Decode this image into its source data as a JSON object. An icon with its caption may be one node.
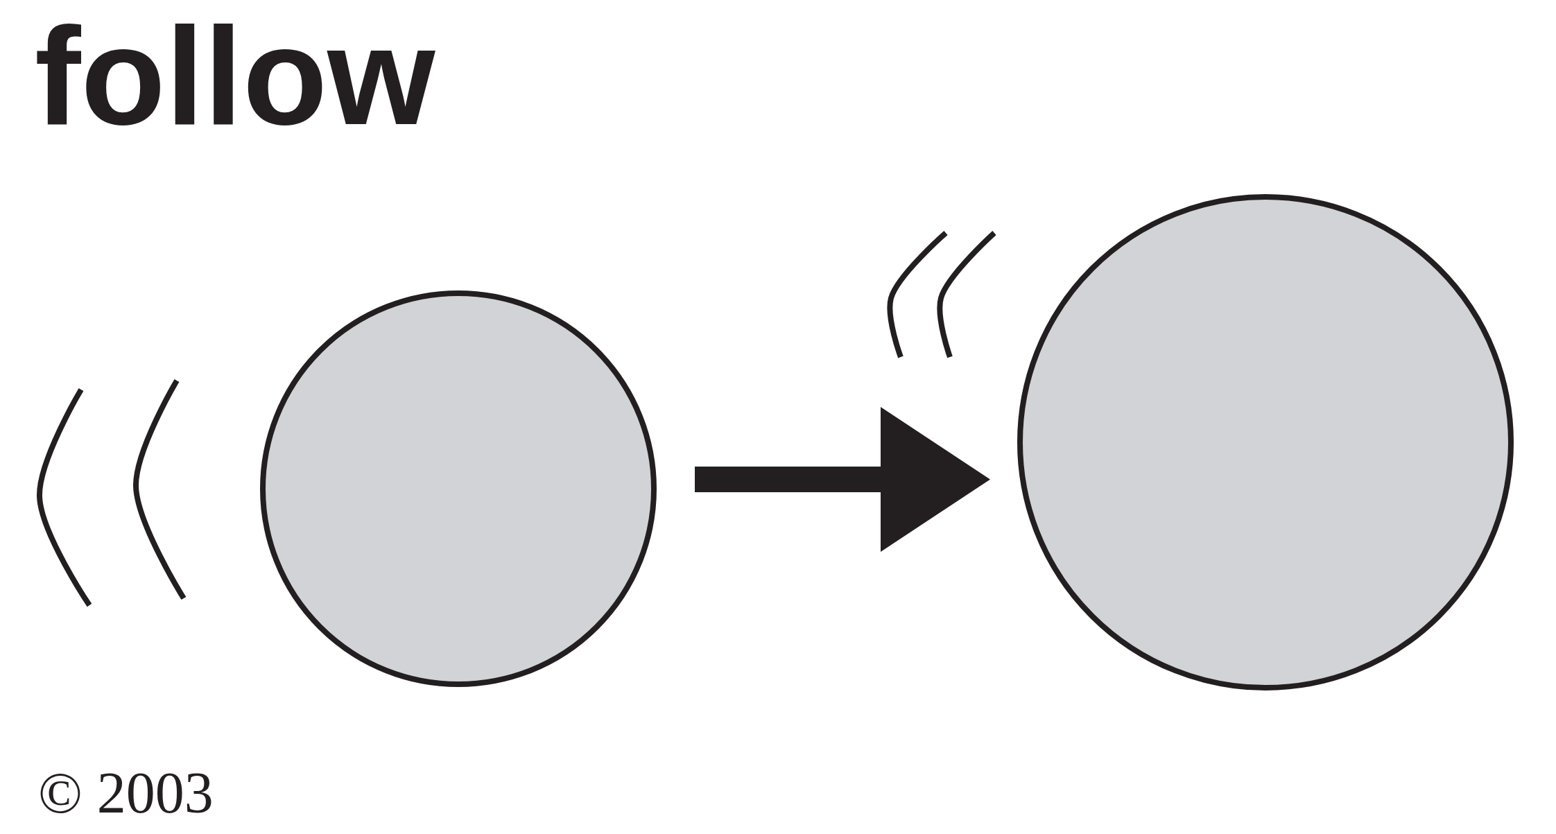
{
  "diagram": {
    "title": "follow",
    "nodes": [
      {
        "text": [],
        "shape": "circle"
      },
      {
        "text": [],
        "shape": "circle"
      }
    ],
    "edges": [
      {
        "from": 0,
        "to": 1,
        "arrow": "to"
      }
    ],
    "labels": [
      "© 2003"
    ]
  }
}
